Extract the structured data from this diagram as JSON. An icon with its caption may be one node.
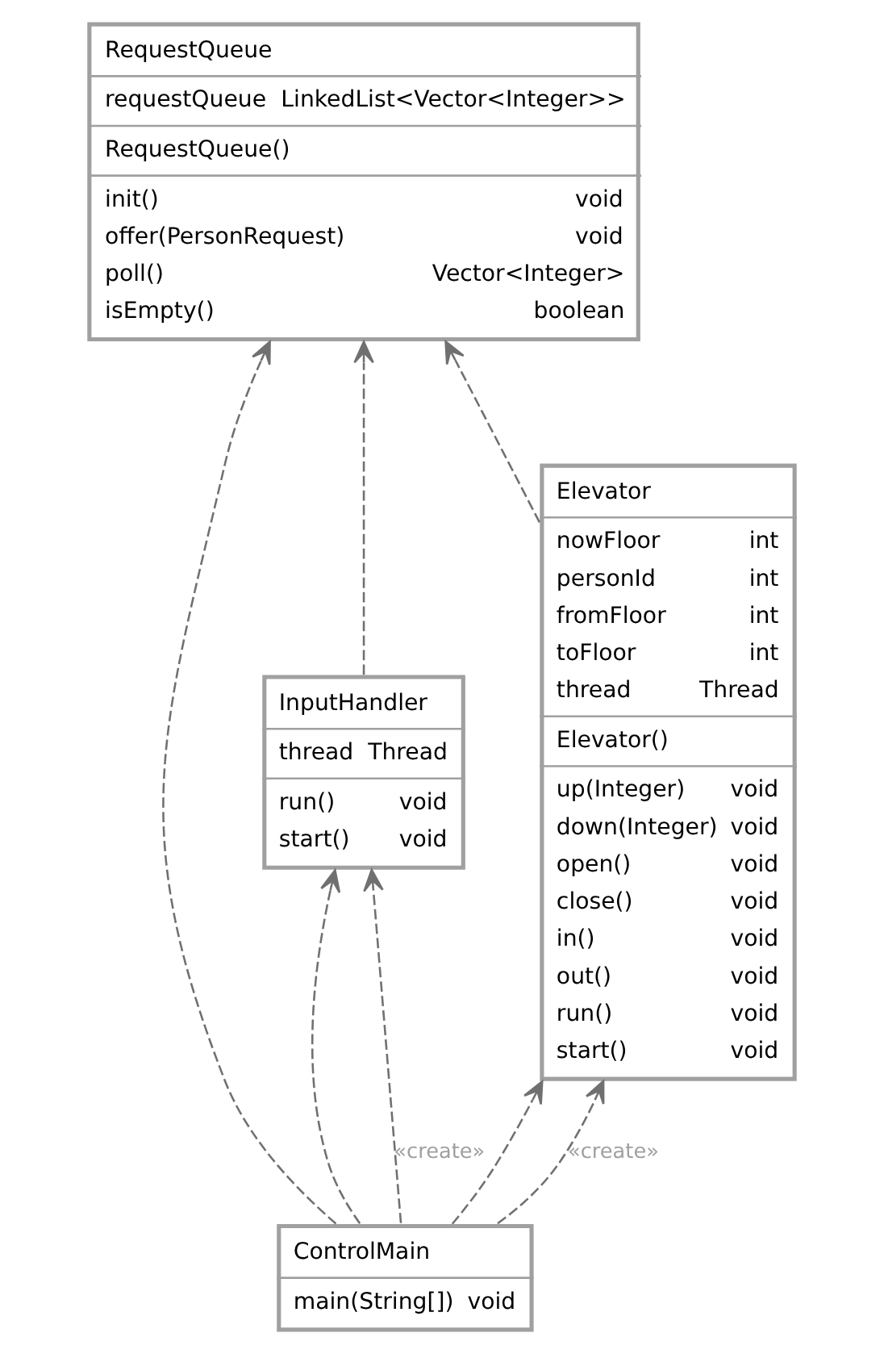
{
  "diagram": {
    "nodes": [
      {
        "text": [
          "RequestQueue",
          "requestQueue",
          "LinkedList<Vector<Integer>>",
          "RequestQueue()",
          "init()",
          "void",
          "offer(PersonRequest)",
          "void",
          "poll()",
          "Vector<Integer>",
          "isEmpty()",
          "boolean"
        ]
      },
      {
        "text": [
          "InputHandler",
          "thread",
          "Thread",
          "run()",
          "void",
          "start()",
          "void"
        ]
      },
      {
        "text": [
          "Elevator",
          "nowFloor",
          "int",
          "personId",
          "int",
          "fromFloor",
          "int",
          "toFloor",
          "int",
          "thread",
          "Thread",
          "Elevator()",
          "up(Integer)",
          "void",
          "down(Integer)",
          "void",
          "open()",
          "void",
          "close()",
          "void",
          "in()",
          "void",
          "out()",
          "void",
          "run()",
          "void",
          "start()",
          "void"
        ]
      },
      {
        "text": [
          "ControlMain",
          "main(String[])",
          "void"
        ]
      }
    ],
    "edges": [
      {
        "from": 1,
        "to": 0,
        "arrow": "to",
        "style": "dashed"
      },
      {
        "from": 2,
        "to": 0,
        "arrow": "to",
        "style": "dashed"
      },
      {
        "from": 3,
        "to": 0,
        "arrow": "to",
        "style": "dashed"
      },
      {
        "from": 3,
        "to": 1,
        "arrow": "to",
        "style": "dashed"
      },
      {
        "from": 3,
        "to": 1,
        "arrow": "to",
        "style": "dashed",
        "label": "«create»"
      },
      {
        "from": 3,
        "to": 2,
        "arrow": "to",
        "style": "dashed"
      },
      {
        "from": 3,
        "to": 2,
        "arrow": "to",
        "style": "dashed",
        "label": "«create»"
      }
    ]
  }
}
